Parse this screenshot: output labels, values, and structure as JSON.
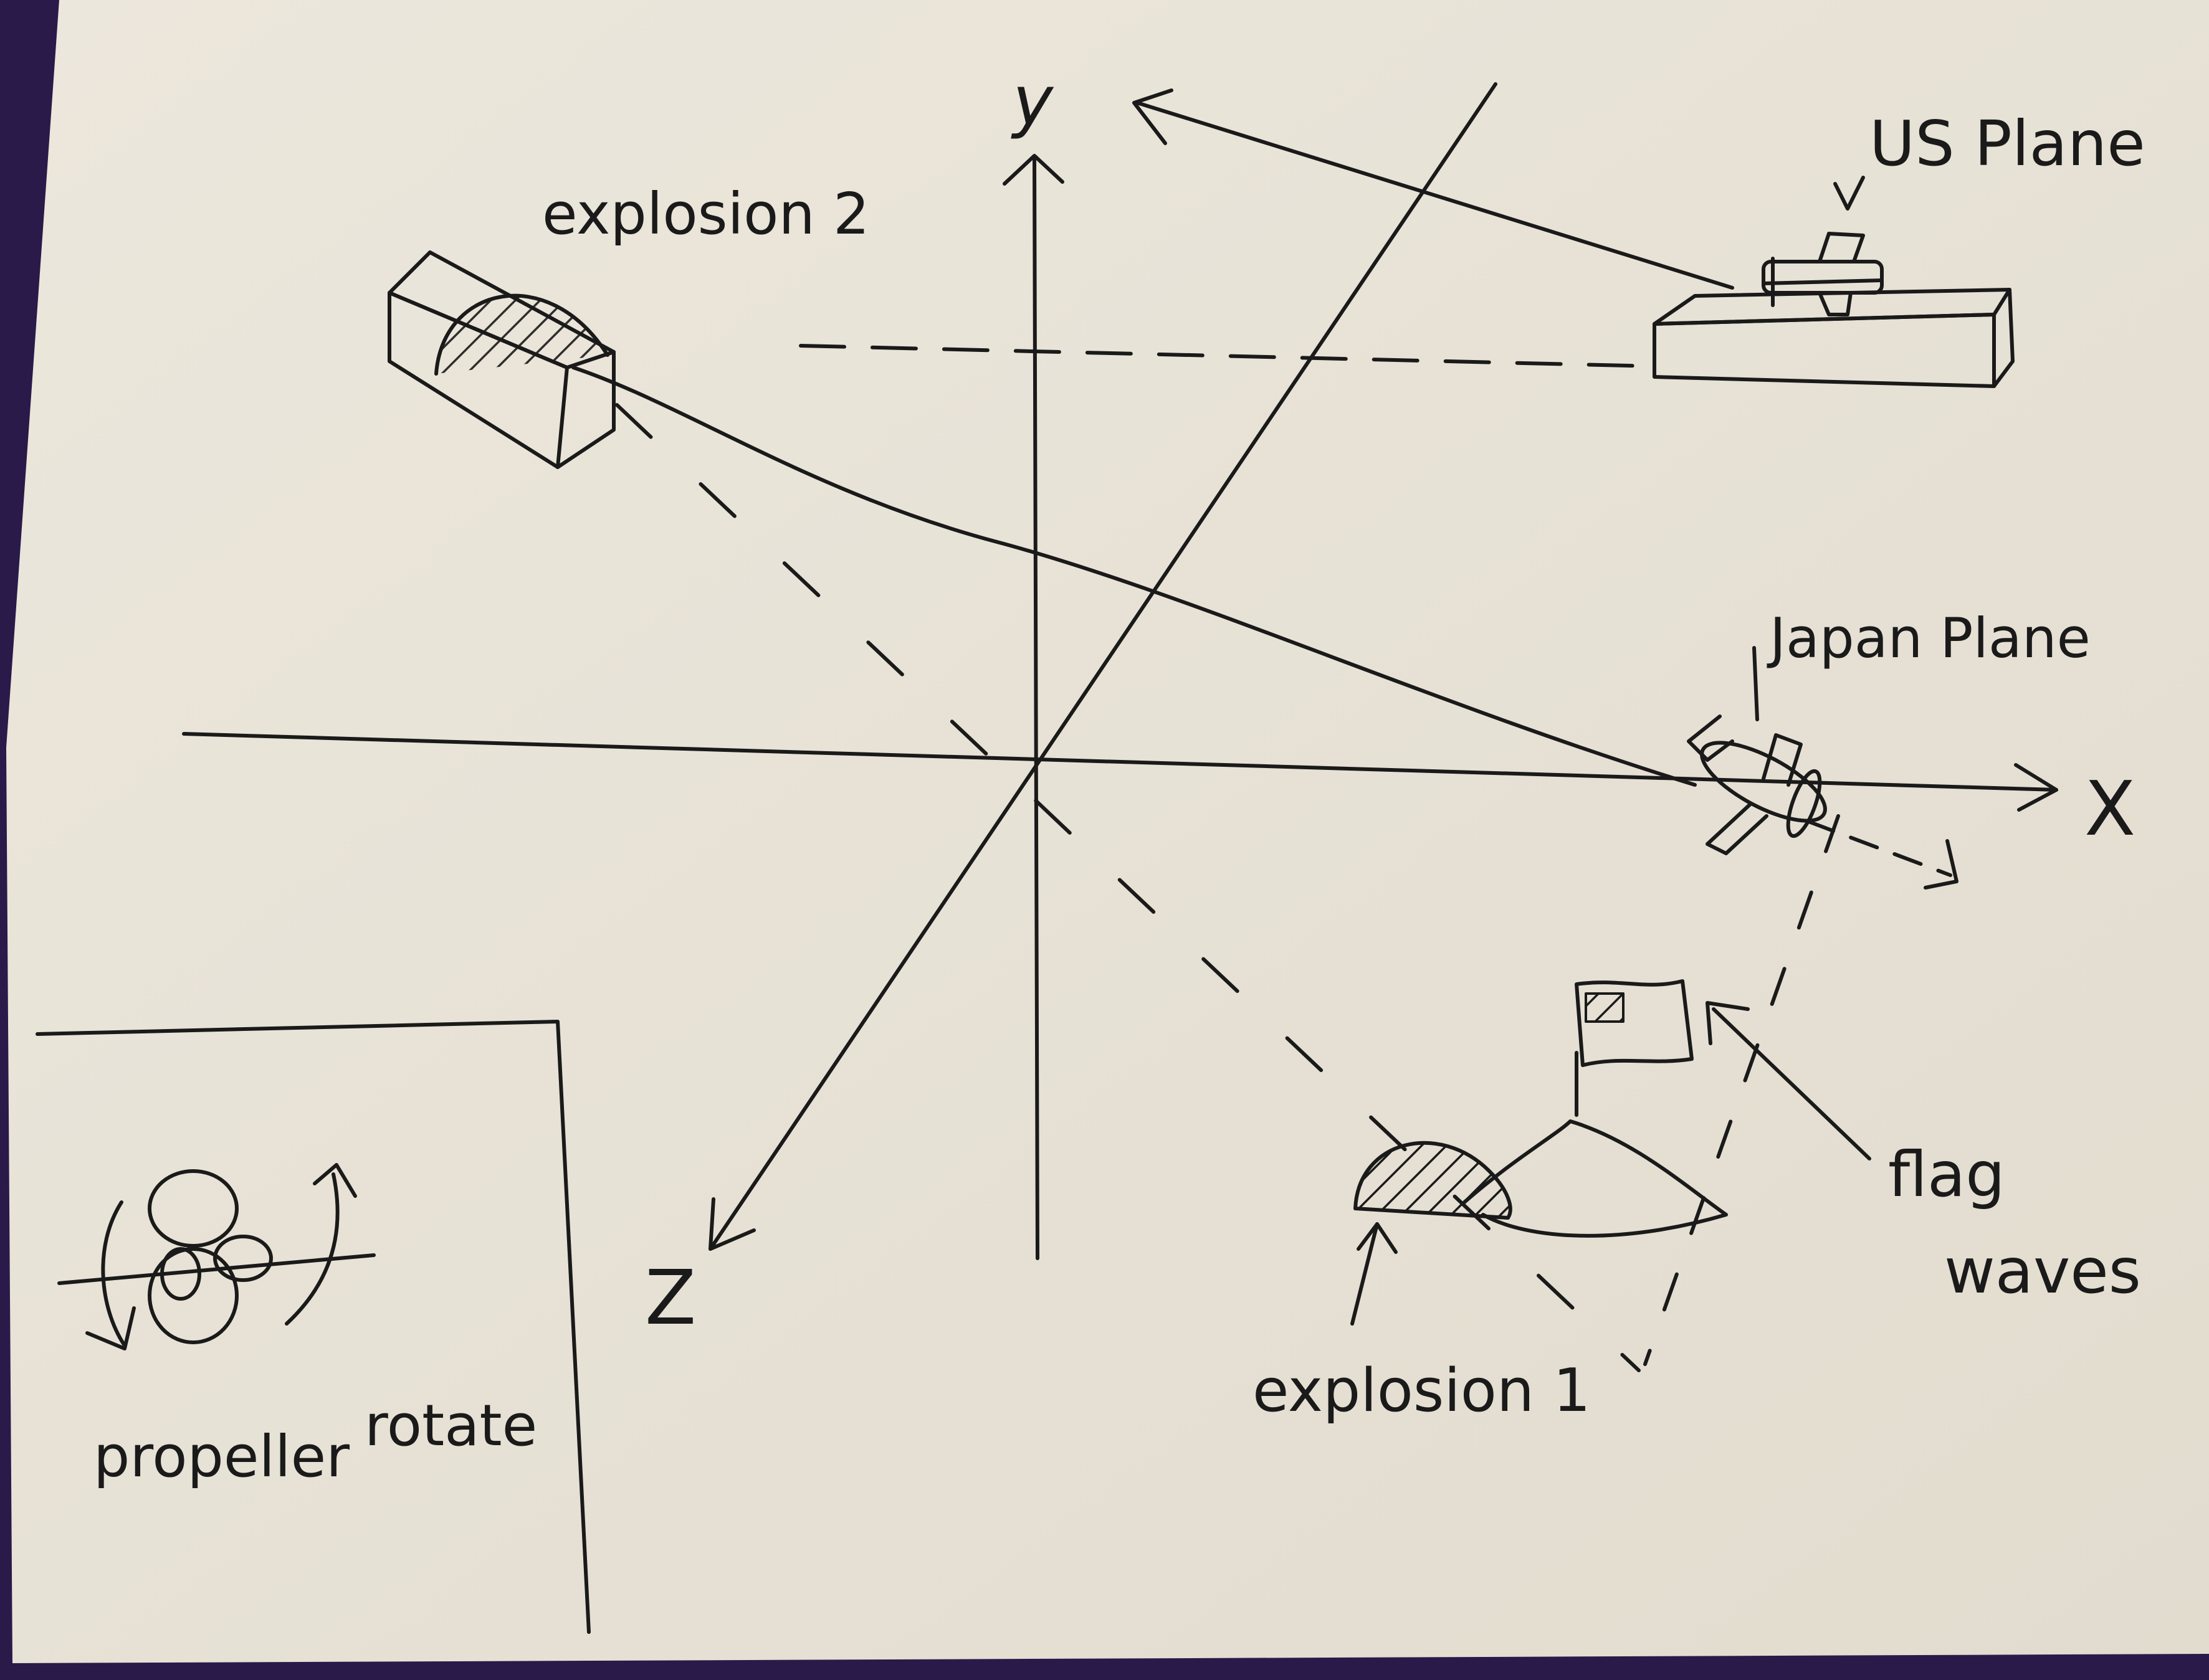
{
  "axes": {
    "x_label": "X",
    "y_label": "y",
    "z_label": "Z"
  },
  "labels": {
    "us_plane": "US Plane",
    "japan_plane": "Japan Plane",
    "explosion_2": "explosion 2",
    "explosion_1": "explosion 1",
    "flag_waves_line1": "flag",
    "flag_waves_line2": "waves",
    "propeller_rotate_1": "propeller",
    "propeller_rotate_2": "rotate"
  },
  "colors": {
    "paper": "#e9e4d9",
    "ink": "#1a1a1a",
    "background": "#2a1a4a"
  }
}
